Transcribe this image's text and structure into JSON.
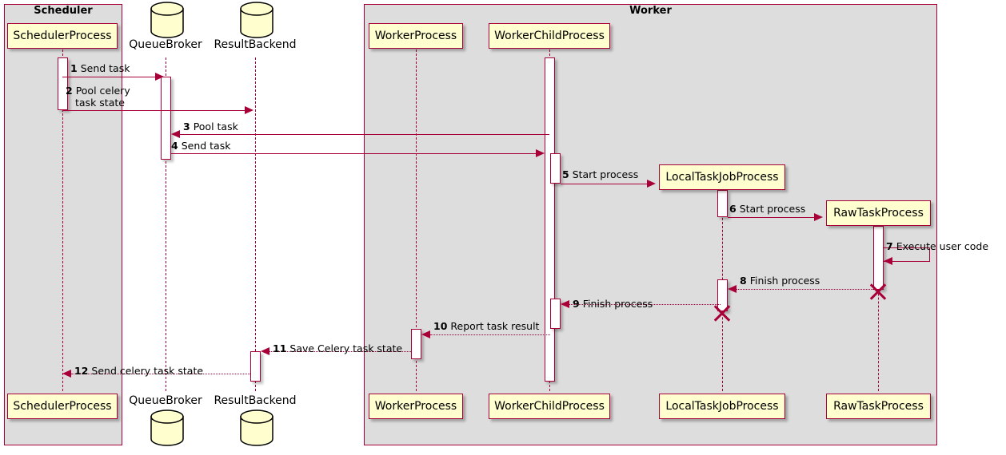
{
  "diagram": {
    "type": "sequence-diagram",
    "colors": {
      "line": "#A80036",
      "participant_fill": "#FEFECE",
      "group_fill": "#DDDDDD",
      "background": "#FFFFFF",
      "text": "#000000"
    }
  },
  "groups": [
    {
      "id": "scheduler",
      "title": "Scheduler"
    },
    {
      "id": "worker",
      "title": "Worker"
    }
  ],
  "participants": [
    {
      "id": "scheduler-process",
      "label": "SchedulerProcess",
      "kind": "participant"
    },
    {
      "id": "queue-broker",
      "label": "QueueBroker",
      "kind": "database"
    },
    {
      "id": "result-backend",
      "label": "ResultBackend",
      "kind": "database"
    },
    {
      "id": "worker-process",
      "label": "WorkerProcess",
      "kind": "participant"
    },
    {
      "id": "worker-child-process",
      "label": "WorkerChildProcess",
      "kind": "participant"
    },
    {
      "id": "local-task-job-process",
      "label": "LocalTaskJobProcess",
      "kind": "participant"
    },
    {
      "id": "raw-task-process",
      "label": "RawTaskProcess",
      "kind": "participant"
    }
  ],
  "messages": [
    {
      "num": "1",
      "text": "Send task",
      "from": "scheduler-process",
      "to": "queue-broker",
      "style": "solid"
    },
    {
      "num": "2",
      "text": "Pool celery task state",
      "from": "scheduler-process",
      "to": "result-backend",
      "style": "solid"
    },
    {
      "num": "3",
      "text": "Pool task",
      "from": "worker-child-process",
      "to": "queue-broker",
      "style": "solid"
    },
    {
      "num": "4",
      "text": "Send task",
      "from": "queue-broker",
      "to": "worker-child-process",
      "style": "solid"
    },
    {
      "num": "5",
      "text": "Start process",
      "from": "worker-child-process",
      "to": "local-task-job-process",
      "style": "solid"
    },
    {
      "num": "6",
      "text": "Start process",
      "from": "local-task-job-process",
      "to": "raw-task-process",
      "style": "solid"
    },
    {
      "num": "7",
      "text": "Execute user code",
      "from": "raw-task-process",
      "to": "raw-task-process",
      "style": "solid"
    },
    {
      "num": "8",
      "text": "Finish process",
      "from": "raw-task-process",
      "to": "local-task-job-process",
      "style": "dotted"
    },
    {
      "num": "9",
      "text": "Finish process",
      "from": "local-task-job-process",
      "to": "worker-child-process",
      "style": "dotted"
    },
    {
      "num": "10",
      "text": "Report task result",
      "from": "worker-child-process",
      "to": "worker-process",
      "style": "dotted"
    },
    {
      "num": "11",
      "text": "Save Celery task state",
      "from": "worker-process",
      "to": "result-backend",
      "style": "dotted"
    },
    {
      "num": "12",
      "text": "Send celery task state",
      "from": "result-backend",
      "to": "scheduler-process",
      "style": "dotted"
    }
  ],
  "message_labels": {
    "m1": "Send task",
    "m2_line1": "Pool celery",
    "m2_line2": "task state",
    "m3": "Pool task",
    "m4": "Send task",
    "m5": "Start process",
    "m6": "Start process",
    "m7": "Execute user code",
    "m8": "Finish process",
    "m9": "Finish process",
    "m10": "Report task result",
    "m11": "Save Celery task state",
    "m12": "Send celery task state"
  },
  "message_numbers": {
    "n1": "1",
    "n2": "2",
    "n3": "3",
    "n4": "4",
    "n5": "5",
    "n6": "6",
    "n7": "7",
    "n8": "8",
    "n9": "9",
    "n10": "10",
    "n11": "11",
    "n12": "12"
  }
}
